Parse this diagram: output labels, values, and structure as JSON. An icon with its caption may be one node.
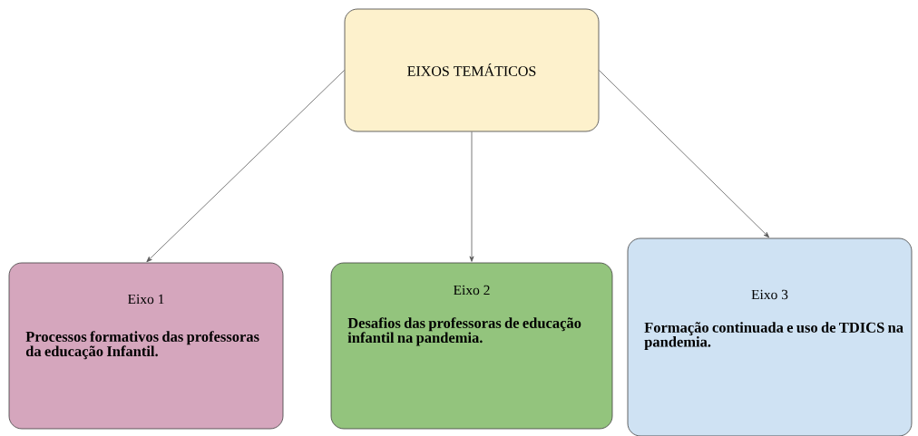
{
  "diagram": {
    "nodes": [
      {
        "text": [
          "EIXOS TEMÁTICOS"
        ]
      },
      {
        "text": [
          "Eixo 1",
          "Processos formativos das professoras da educação Infantil."
        ]
      },
      {
        "text": [
          "Eixo 2",
          "Desafios das professoras de educação infantil na pandemia."
        ]
      },
      {
        "text": [
          "Eixo 3",
          "Formação continuada e uso de TDICS na pandemia."
        ]
      }
    ],
    "edges": [
      {
        "from": 0,
        "to": 1,
        "arrow": "to"
      },
      {
        "from": 0,
        "to": 2,
        "arrow": "to"
      },
      {
        "from": 0,
        "to": 3,
        "arrow": "to"
      }
    ]
  }
}
